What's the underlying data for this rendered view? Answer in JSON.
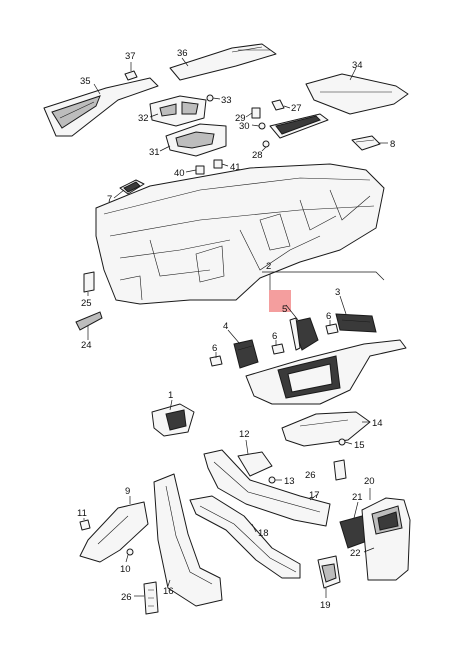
{
  "diagram": {
    "highlight_color": "#f07e7e",
    "callouts": [
      {
        "id": "c37",
        "text": "37"
      },
      {
        "id": "c36",
        "text": "36"
      },
      {
        "id": "c35",
        "text": "35"
      },
      {
        "id": "c34",
        "text": "34"
      },
      {
        "id": "c33",
        "text": "33"
      },
      {
        "id": "c32",
        "text": "32"
      },
      {
        "id": "c31",
        "text": "31"
      },
      {
        "id": "c29",
        "text": "29"
      },
      {
        "id": "c30",
        "text": "30"
      },
      {
        "id": "c27",
        "text": "27"
      },
      {
        "id": "c28",
        "text": "28"
      },
      {
        "id": "c8",
        "text": "8"
      },
      {
        "id": "c40",
        "text": "40"
      },
      {
        "id": "c41",
        "text": "41"
      },
      {
        "id": "c7",
        "text": "7"
      },
      {
        "id": "c25",
        "text": "25"
      },
      {
        "id": "c24",
        "text": "24"
      },
      {
        "id": "c2",
        "text": "2"
      },
      {
        "id": "c3",
        "text": "3"
      },
      {
        "id": "c5",
        "text": "5"
      },
      {
        "id": "c4",
        "text": "4"
      },
      {
        "id": "c6a",
        "text": "6"
      },
      {
        "id": "c6b",
        "text": "6"
      },
      {
        "id": "c6c",
        "text": "6"
      },
      {
        "id": "c1",
        "text": "1"
      },
      {
        "id": "c14",
        "text": "14"
      },
      {
        "id": "c15",
        "text": "15"
      },
      {
        "id": "c12",
        "text": "12"
      },
      {
        "id": "c13",
        "text": "13"
      },
      {
        "id": "c26a",
        "text": "26"
      },
      {
        "id": "c17",
        "text": "17"
      },
      {
        "id": "c20",
        "text": "20"
      },
      {
        "id": "c21",
        "text": "21"
      },
      {
        "id": "c22",
        "text": "22"
      },
      {
        "id": "c9",
        "text": "9"
      },
      {
        "id": "c11",
        "text": "11"
      },
      {
        "id": "c10",
        "text": "10"
      },
      {
        "id": "c18",
        "text": "18"
      },
      {
        "id": "c16",
        "text": "16"
      },
      {
        "id": "c26b",
        "text": "26"
      },
      {
        "id": "c19",
        "text": "19"
      }
    ]
  }
}
